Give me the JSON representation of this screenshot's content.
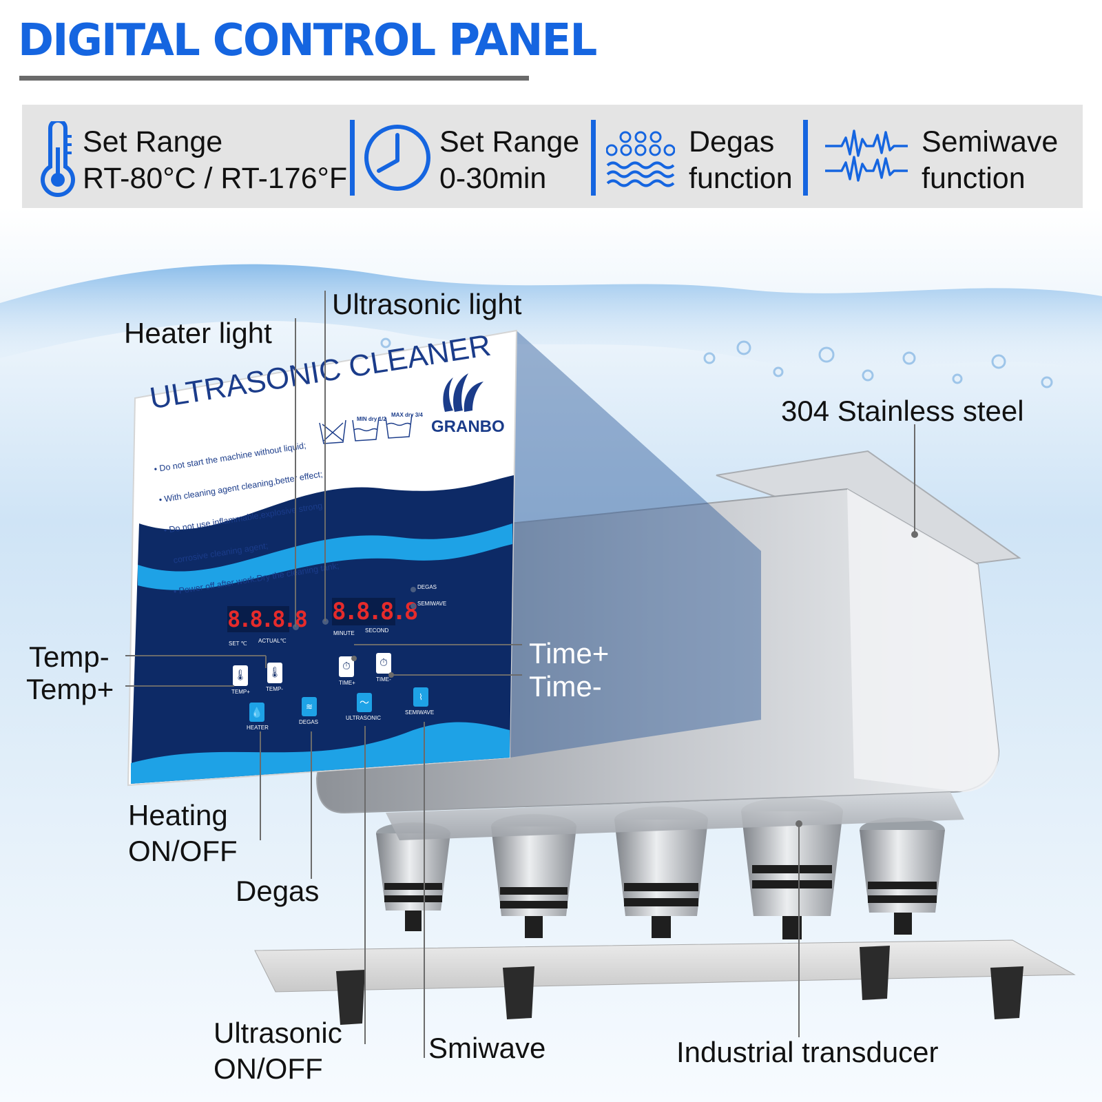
{
  "header": {
    "title": "DIGITAL CONTROL PANEL"
  },
  "specs": [
    {
      "icon": "thermometer-icon",
      "line1": "Set Range",
      "line2": "RT-80°C / RT-176°F"
    },
    {
      "icon": "clock-icon",
      "line1": "Set Range",
      "line2": "0-30min"
    },
    {
      "icon": "bubbles-icon",
      "line1": "Degas",
      "line2": "function"
    },
    {
      "icon": "waveform-icon",
      "line1": "Semiwave",
      "line2": "function"
    }
  ],
  "panel": {
    "title": "ULTRASONIC CLEANER",
    "brand": "GRANBO",
    "warnings": [
      "• Do not start the machine without liquid;",
      "• With cleaning agent cleaning,better effect;",
      "• Do not use inflammable,explosive strong",
      "  corrosive cleaning agent;",
      "• Power off after work.Dry the cleaning tank;"
    ],
    "level_min": "MIN",
    "level_min_sub": "dry 1/2",
    "level_max": "MAX",
    "level_max_sub": "dry 3/4",
    "display_left": "8.8.8.8",
    "display_right": "8.8.8.8",
    "display_left_labels": [
      "SET ℃",
      "ACTUAL℃"
    ],
    "display_right_labels": [
      "MINUTE",
      "SECOND"
    ],
    "indicator_degas": "DEGAS",
    "indicator_semiwave": "SEMIWAVE",
    "buttons": {
      "temp_plus": "TEMP+",
      "temp_minus": "TEMP-",
      "time_plus": "TIME+",
      "time_minus": "TIME-",
      "heater": "HEATER",
      "degas": "DEGAS",
      "ultrasonic": "ULTRASONIC",
      "semiwave": "SEMIWAVE"
    }
  },
  "callouts": {
    "heater_light": "Heater light",
    "ultrasonic_light": "Ultrasonic light",
    "stainless": "304 Stainless steel",
    "temp_minus": "Temp-",
    "temp_plus": "Temp+",
    "time_plus": "Time+",
    "time_minus": "Time-",
    "heating_1": "Heating",
    "heating_2": "ON/OFF",
    "degas": "Degas",
    "ultrasonic_1": "Ultrasonic",
    "ultrasonic_2": "ON/OFF",
    "smiwave": "Smiwave",
    "transducer": "Industrial transducer"
  },
  "colors": {
    "accent_blue": "#1565e0",
    "panel_navy": "#0d2a66",
    "panel_cyan": "#1ea2e6",
    "display_red": "#e62b2b",
    "steel": "#b9bcc2"
  }
}
